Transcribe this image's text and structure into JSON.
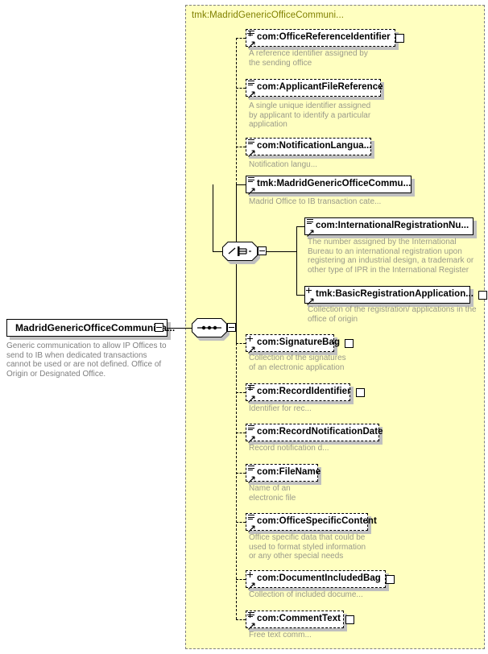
{
  "diagram": {
    "type": "xml-schema-tree",
    "root": {
      "name": "MadridGenericOfficeCommunica...",
      "border": "solid",
      "expander": "minus",
      "description": "Generic communication to allow IP Offices to\nsend to IB when dedicated transactions\ncannot be used or are not defined. Office of\nOrigin or Designated Office."
    },
    "group_panel": {
      "title": "tmk:MadridGenericOfficeCommuni...",
      "background": "#ffffc0",
      "border_color": "#808080"
    },
    "root_compositor": {
      "kind": "sequence",
      "symbol": "three-dots",
      "expander": "minus"
    },
    "choice_compositor": {
      "kind": "choice",
      "symbol": "branch",
      "expander": "minus"
    },
    "children": [
      {
        "name": "com:OfficeReferenceIdentifier",
        "border": "dashed",
        "connector": "dashed",
        "has_lines_glyph": true,
        "expander": "plus",
        "description": "A reference identifier assigned by\nthe sending office"
      },
      {
        "name": "com:ApplicantFileReference",
        "border": "dashed",
        "connector": "dashed",
        "has_lines_glyph": true,
        "expander": "none",
        "description": "A single unique identifier assigned\nby applicant to identify a particular\napplication"
      },
      {
        "name": "com:NotificationLangua...",
        "border": "dashed",
        "connector": "dashed",
        "has_lines_glyph": true,
        "expander": "none",
        "description": "Notification langu..."
      },
      {
        "name": "tmk:MadridGenericOfficeCommu...",
        "border": "solid",
        "connector": "solid",
        "has_lines_glyph": true,
        "expander": "none",
        "description": "Madrid Office to IB transaction cate..."
      },
      {
        "name": "com:SignatureBag",
        "border": "dashed",
        "connector": "dashed",
        "has_lines_glyph": false,
        "expander": "plus",
        "description": "Collection of the signatures\nof an electronic application"
      },
      {
        "name": "com:RecordIdentifier",
        "border": "dashed",
        "connector": "dashed",
        "has_lines_glyph": true,
        "expander": "plus",
        "description": "Identifier for rec..."
      },
      {
        "name": "com:RecordNotificationDate",
        "border": "dashed",
        "connector": "dashed",
        "has_lines_glyph": true,
        "expander": "none",
        "description": "Record notification d..."
      },
      {
        "name": "com:FileName",
        "border": "dashed",
        "connector": "dashed",
        "has_lines_glyph": true,
        "expander": "none",
        "description": "Name of an\nelectronic file"
      },
      {
        "name": "com:OfficeSpecificContent",
        "border": "dashed",
        "connector": "dashed",
        "has_lines_glyph": true,
        "expander": "none",
        "description": "Office specific data that could be\nused to format styled information\nor any other special needs"
      },
      {
        "name": "com:DocumentIncludedBag",
        "border": "dashed",
        "connector": "dashed",
        "has_lines_glyph": false,
        "expander": "plus",
        "description": "Collection of included docume..."
      },
      {
        "name": "com:CommentText",
        "border": "dashed",
        "connector": "dashed",
        "has_lines_glyph": true,
        "expander": "plus",
        "description": "Free text comm..."
      }
    ],
    "choice_children": [
      {
        "name": "com:InternationalRegistrationNu...",
        "border": "solid",
        "connector": "solid",
        "has_lines_glyph": true,
        "expander": "none",
        "description": "The number assigned by the International\nBureau to an international registration upon\nregistering an industrial design, a trademark or\nother type of IPR in the International Register"
      },
      {
        "name": "tmk:BasicRegistrationApplication...",
        "border": "solid",
        "connector": "solid",
        "has_lines_glyph": false,
        "expander": "plus",
        "description": "Collection of the registration/ applications in the\noffice of origin"
      }
    ]
  }
}
